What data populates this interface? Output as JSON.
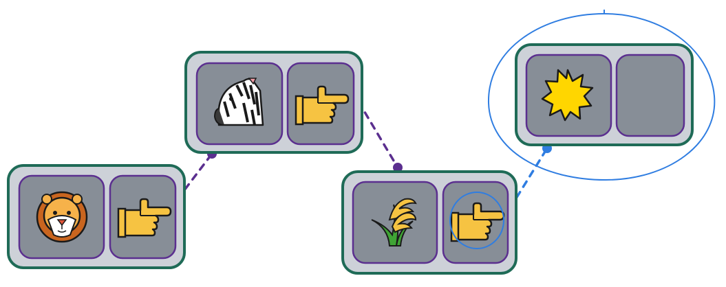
{
  "blocks": [
    {
      "name": "lion-block",
      "slots": [
        "lion-icon",
        "pointing-hand-icon"
      ]
    },
    {
      "name": "zebra-block",
      "slots": [
        "zebra-icon",
        "pointing-hand-icon"
      ]
    },
    {
      "name": "grain-block",
      "slots": [
        "sheaf-of-grain-icon",
        "pointing-hand-icon"
      ]
    },
    {
      "name": "sun-block",
      "slots": [
        "sun-icon",
        "empty-slot"
      ]
    }
  ],
  "connectors": [
    {
      "from": "lion-block",
      "to": "zebra-block",
      "style": "dashed",
      "color": "#5b2f8f"
    },
    {
      "from": "zebra-block",
      "to": "grain-block",
      "style": "dashed",
      "color": "#5b2f8f"
    },
    {
      "from": "grain-block",
      "to": "sun-block",
      "style": "dashed",
      "color": "#2f7de1"
    }
  ],
  "highlights": [
    {
      "target": "sun-block",
      "shape": "ellipse",
      "color": "#2f7de1"
    },
    {
      "target": "grain-block-pointing-hand",
      "shape": "circle",
      "color": "#2f7de1"
    }
  ],
  "colors": {
    "group_border": "#1f6b57",
    "group_fill": "#cdd1d8",
    "cell_border": "#5b2f8f",
    "cell_fill": "#878e97",
    "purple": "#5b2f8f",
    "blue": "#2f7de1",
    "emoji_yellow": "#f6c342",
    "emoji_orange": "#f0a030"
  }
}
